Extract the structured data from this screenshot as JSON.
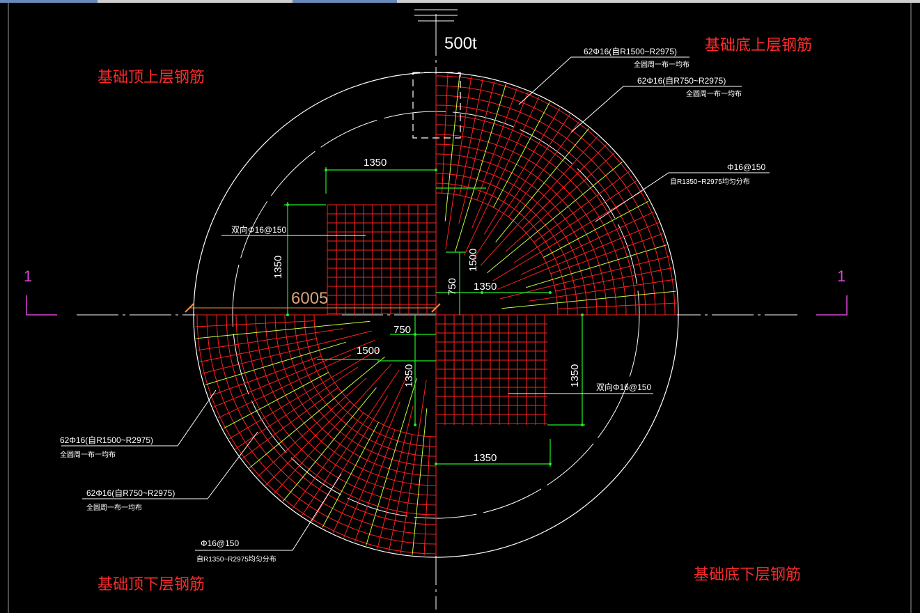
{
  "labels": {
    "top_left": "基础顶上层钢筋",
    "top_right": "基础底上层钢筋",
    "bottom_left": "基础顶下层钢筋",
    "bottom_right": "基础底下层钢筋"
  },
  "top_label": "500t",
  "section_mark": "1",
  "dims": {
    "d6005": "6005",
    "d1350_a": "1350",
    "d1350_b": "1350",
    "d1350_c": "1350",
    "d1350_d": "1350",
    "d1350_e": "1350",
    "d1350_f": "1350",
    "d750_a": "750",
    "d750_b": "750",
    "d1500_a": "1500",
    "d1500_b": "1500"
  },
  "notes": {
    "tr1_main": "62Φ16(自R1500~R2975)",
    "tr1_sub": "全圆周一布一均布",
    "tr2_main": "62Φ16(自R750~R2975)",
    "tr2_sub": "全圆周一布一均布",
    "tr3_main": "Φ16@150",
    "tr3_sub": "自R1350~R2975均匀分布",
    "mesh_left": "双向Φ16@150",
    "mesh_right": "双向Φ16@150",
    "bl1_main": "62Φ16(自R1500~R2975)",
    "bl1_sub": "全圆周一布一均布",
    "bl2_main": "62Φ16(自R750~R2975)",
    "bl2_sub": "全圆周一布一均布",
    "bl3_main": "Φ16@150",
    "bl3_sub": "自R1350~R2975均匀分布"
  },
  "colors": {
    "rebar": "#ff2020",
    "dimension": "#22ee22",
    "outline": "#ffffff",
    "section": "#d946d9",
    "label": "#ff2b2b",
    "highlight": "#c8ff40"
  }
}
